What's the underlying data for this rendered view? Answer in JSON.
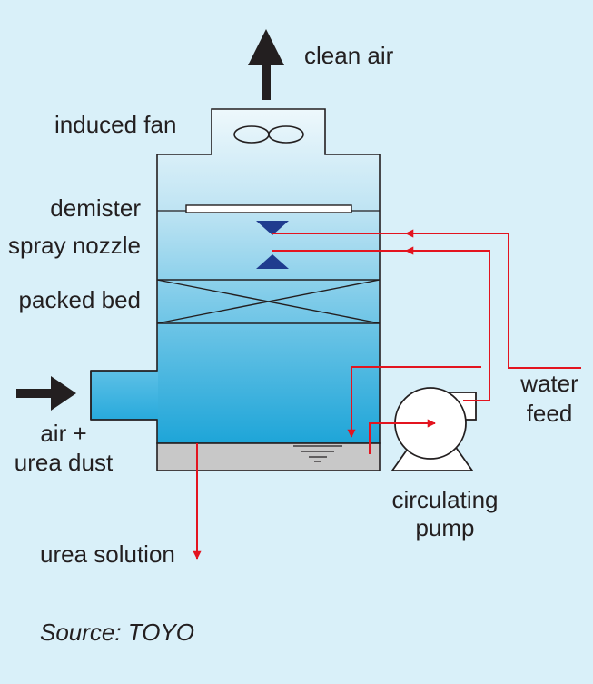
{
  "labels": {
    "clean_air": "clean air",
    "induced_fan": "induced fan",
    "demister": "demister",
    "spray_nozzle": "spray nozzle",
    "packed_bed": "packed bed",
    "air_inlet_line1": "air +",
    "air_inlet_line2": "urea dust",
    "water_feed_line1": "water",
    "water_feed_line2": "feed",
    "circulating_pump_line1": "circulating",
    "circulating_pump_line2": "pump",
    "urea_solution": "urea solution",
    "source": "Source: TOYO"
  },
  "colors": {
    "background": "#d9f0f9",
    "vessel_top": "#e6f5fb",
    "vessel_bottom": "#1ea7d8",
    "liquid_sump": "#c8c8c8",
    "outline": "#231f20",
    "flow_lines": "#e3141f",
    "nozzle": "#1f3c8f"
  }
}
